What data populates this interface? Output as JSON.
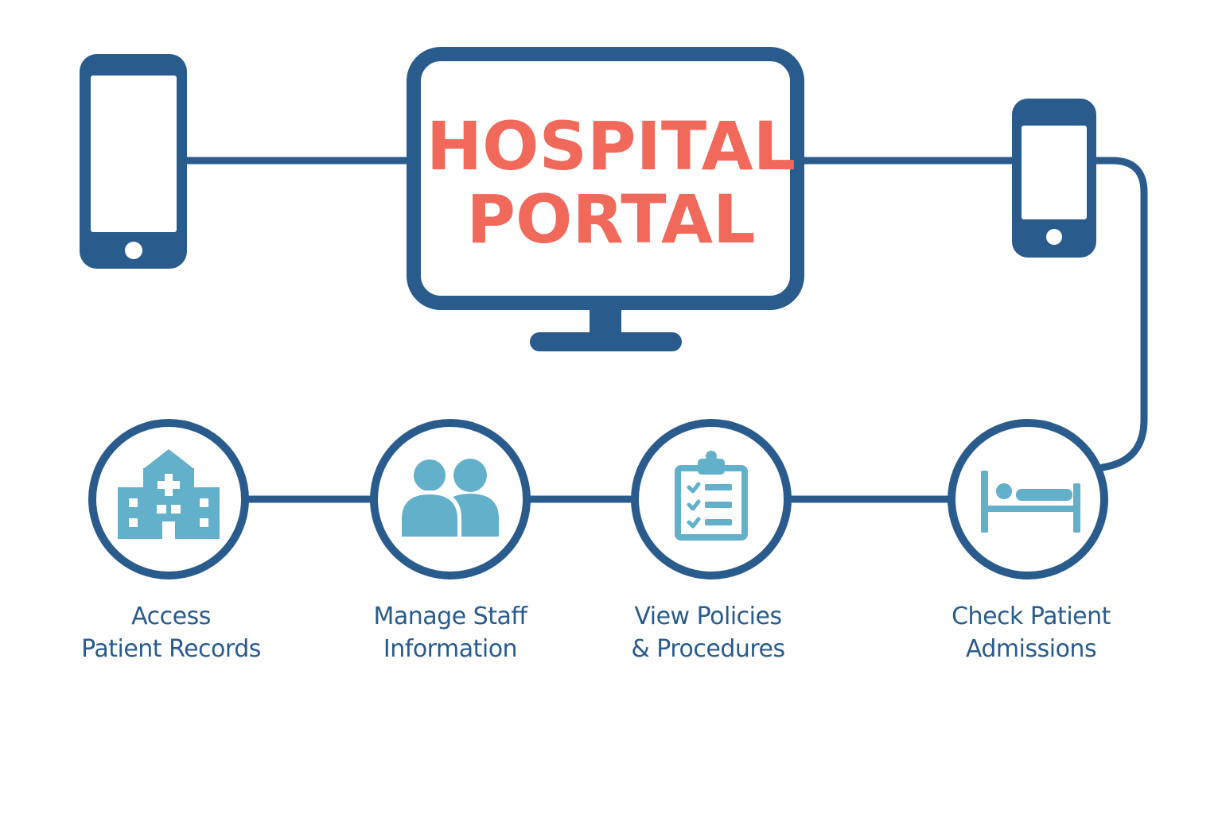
{
  "colors": {
    "primary": "#2a5b8d",
    "accent": "#f0695a",
    "icon": "#62b0c9",
    "background": "#ffffff"
  },
  "portal": {
    "title_line1": "HOSPITAL",
    "title_line2": "PORTAL",
    "icon": "desktop-monitor-icon"
  },
  "devices": [
    {
      "icon": "smartphone-icon"
    },
    {
      "icon": "smartphone-icon"
    }
  ],
  "features": [
    {
      "icon": "hospital-building-icon",
      "label_line1": "Access",
      "label_line2": "Patient Records"
    },
    {
      "icon": "staff-people-icon",
      "label_line1": "Manage Staff",
      "label_line2": "Information"
    },
    {
      "icon": "clipboard-checklist-icon",
      "label_line1": "View Policies",
      "label_line2": "& Procedures"
    },
    {
      "icon": "hospital-bed-icon",
      "label_line1": "Check Patient",
      "label_line2": "Admissions"
    }
  ]
}
